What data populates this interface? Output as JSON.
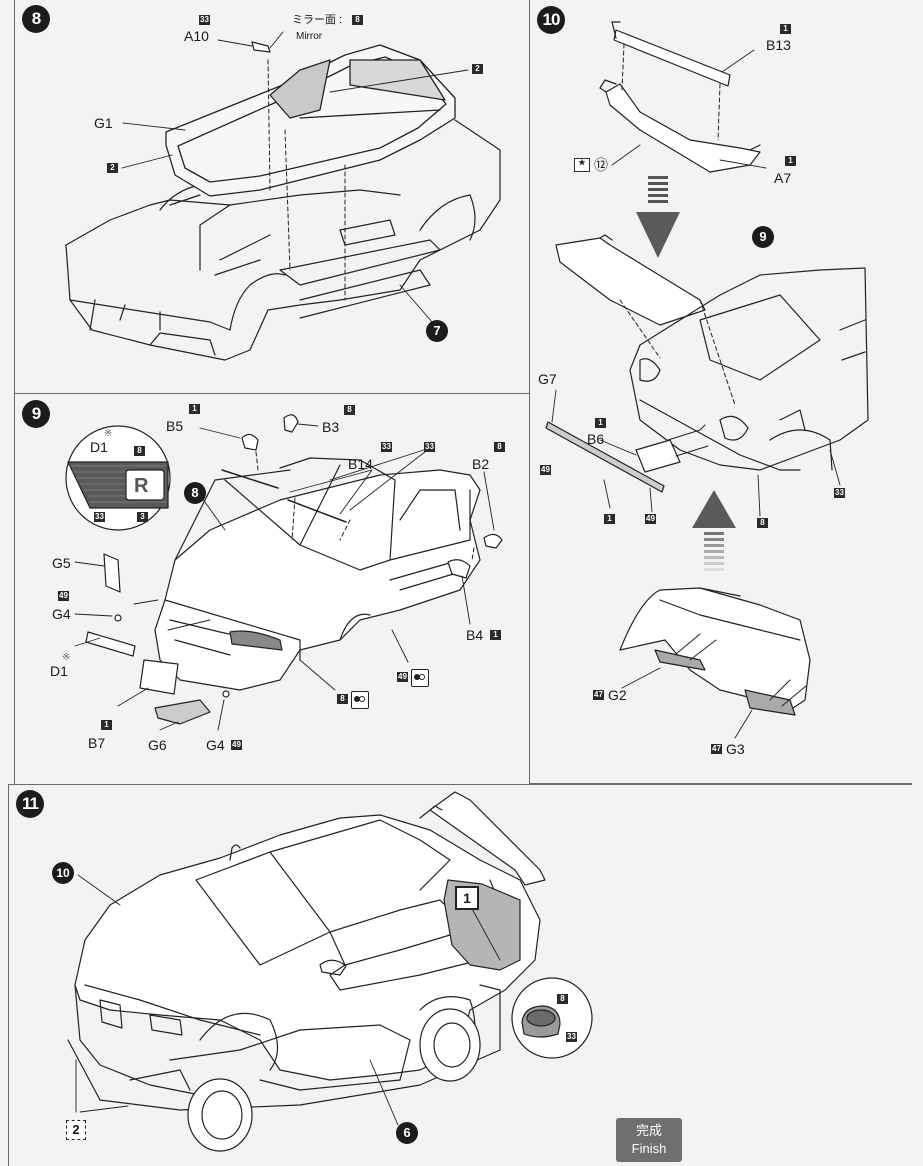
{
  "steps": {
    "s8": "8",
    "s9": "9",
    "s10": "10",
    "s11": "11"
  },
  "step8": {
    "mirror_jp": "ミラー面 :",
    "mirror_num": "8",
    "mirror_en": "Mirror",
    "a10": "A10",
    "a10_color": "33",
    "g1": "G1",
    "g1_color": "2",
    "glass_color": "2",
    "ref7": "7"
  },
  "step9": {
    "b5": "B5",
    "b5_color": "1",
    "b3": "B3",
    "b3_color": "8",
    "b14": "B14",
    "b14_color_a": "33",
    "b14_color_b": "33",
    "b2": "B2",
    "b2_color": "8",
    "ref8": "8",
    "d1_top": "D1",
    "d1_top_mark": "※",
    "detail_8": "8",
    "detail_33": "33",
    "detail_3": "3",
    "detail_badge": "R",
    "g5": "G5",
    "g4_left": "G4",
    "g4_left_color": "49",
    "d1": "D1",
    "d1_mark": "※",
    "b7": "B7",
    "b7_color": "1",
    "g6": "G6",
    "g4_bottom": "G4",
    "g4_bottom_color": "49",
    "b4": "B4",
    "b4_color": "1",
    "paint_49": "49",
    "paint_8": "8"
  },
  "step10": {
    "b13": "B13",
    "b13_color": "1",
    "a7": "A7",
    "a7_color": "1",
    "star_ref": "⑫",
    "ref9": "9",
    "g7": "G7",
    "g7_color": "49",
    "b6": "B6",
    "b6_color": "1",
    "strip_1": "1",
    "strip_49": "49",
    "body_8": "8",
    "body_33": "33",
    "g2": "G2",
    "g2_color": "47",
    "g3": "G3",
    "g3_color": "47"
  },
  "step11": {
    "ref10": "10",
    "ref6": "6",
    "callout_1": "1",
    "callout_2": "2",
    "detail_8": "8",
    "detail_33": "33"
  },
  "finish": {
    "jp": "完成",
    "en": "Finish"
  }
}
